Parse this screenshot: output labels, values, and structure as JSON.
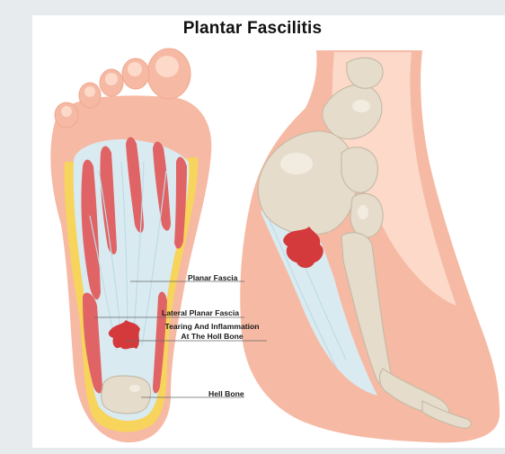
{
  "title": "Plantar Fascilitis",
  "labels": {
    "planar_fascia": "Planar Fascia",
    "lateral_planar_fascia": "Lateral Planar Fascia",
    "tearing_line1": "Tearing And Inflammation",
    "tearing_line2": "At The Holl Bone",
    "hell_bone": "Hell Bone"
  },
  "colors": {
    "skin": "#f6b9a4",
    "skin_light": "#fcd9c9",
    "muscle": "#e06466",
    "fascia": "#d9ebf1",
    "fat": "#f7d45c",
    "bone": "#e5dccc",
    "inflammation": "#d43a3c"
  }
}
